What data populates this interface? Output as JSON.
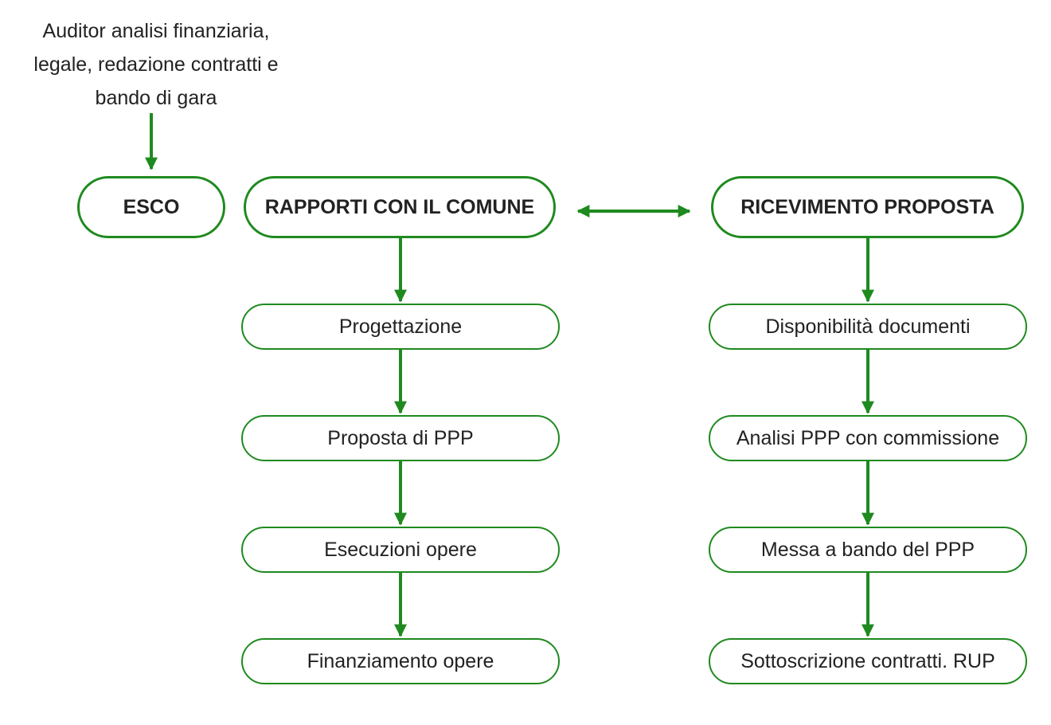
{
  "colors": {
    "accent": "#1f8a1f",
    "text": "#222222",
    "background": "#ffffff"
  },
  "caption": {
    "lines": [
      "Auditor analisi finanziaria,",
      "legale, redazione contratti e",
      "bando di gara"
    ]
  },
  "nodes": {
    "esco": "ESCO",
    "rapporti": "RAPPORTI CON IL COMUNE",
    "ricevimento": "RICEVIMENTO PROPOSTA"
  },
  "left_steps": [
    "Progettazione",
    "Proposta di PPP",
    "Esecuzioni opere",
    "Finanziamento opere"
  ],
  "right_steps": [
    "Disponibilità documenti",
    "Analisi PPP con commissione",
    "Messa a bando del PPP",
    "Sottoscrizione contratti. RUP"
  ]
}
